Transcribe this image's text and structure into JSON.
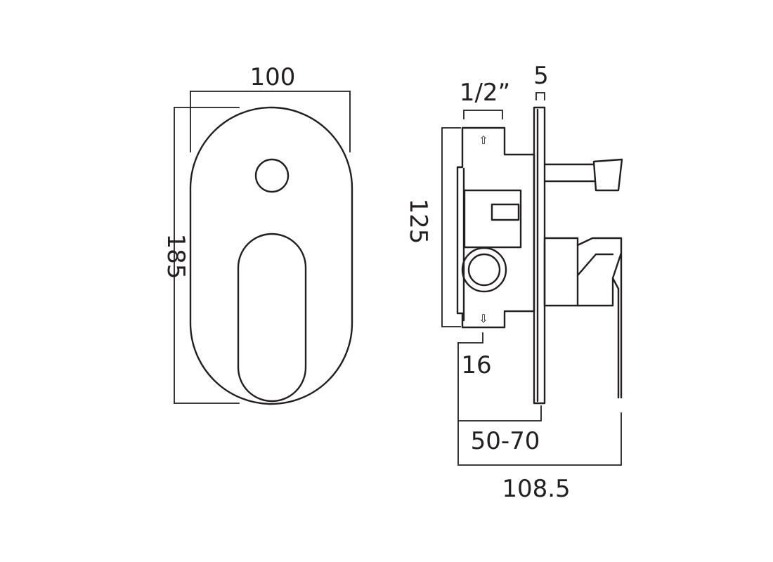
{
  "dimensions": {
    "front_width": "100",
    "front_height": "185",
    "pipe_size": "1/2”",
    "plate_thickness": "5",
    "body_height": "125",
    "body_offset": "16",
    "wall_depth": "50-70",
    "total_depth": "108.5"
  },
  "flow_marks": {
    "up": "⇧",
    "down": "⇩"
  }
}
